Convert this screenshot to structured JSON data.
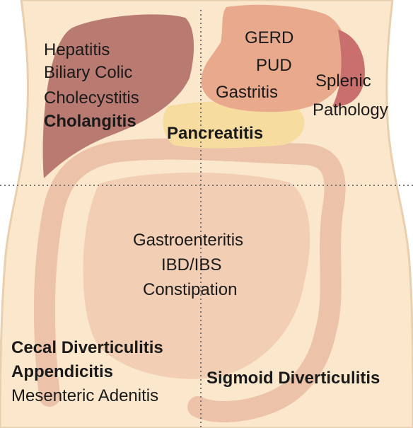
{
  "quadrants": {
    "ruq": {
      "items": [
        {
          "text": "Hepatitis",
          "bold": false
        },
        {
          "text": "Biliary Colic",
          "bold": false
        },
        {
          "text": "Cholecystitis",
          "bold": false
        },
        {
          "text": "Cholangitis",
          "bold": true
        }
      ]
    },
    "luq": {
      "items": [
        {
          "text": "GERD",
          "bold": false
        },
        {
          "text": "PUD",
          "bold": false
        },
        {
          "text": "Gastritis",
          "bold": false
        }
      ],
      "splenic_line1": "Splenic",
      "splenic_line2": "Pathology"
    },
    "center_upper": {
      "text": "Pancreatitis",
      "bold": true
    },
    "center_lower": {
      "items": [
        {
          "text": "Gastroenteritis",
          "bold": false
        },
        {
          "text": "IBD/IBS",
          "bold": false
        },
        {
          "text": "Constipation",
          "bold": false
        }
      ]
    },
    "rlq": {
      "items": [
        {
          "text": "Cecal Diverticulitis",
          "bold": true
        },
        {
          "text": "Appendicitis",
          "bold": true
        },
        {
          "text": "Mesenteric Adenitis",
          "bold": false
        }
      ]
    },
    "llq": {
      "text": "Sigmoid Diverticulitis",
      "bold": true
    }
  },
  "colors": {
    "skin": "#fbe7cc",
    "skin_edge": "#e8cfae",
    "liver": "#b97a72",
    "stomach": "#e8a98d",
    "spleen": "#c9706e",
    "pancreas": "#f7dca0",
    "intestine": "#e9b9a0",
    "divider": "#777777"
  }
}
